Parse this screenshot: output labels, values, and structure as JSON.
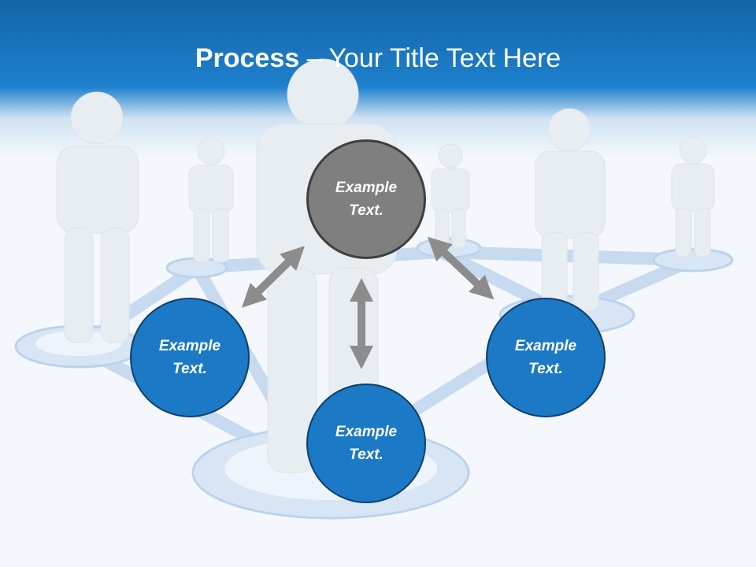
{
  "title": {
    "bold": "Process",
    "rest": " – Your Title Text Here"
  },
  "nodes": {
    "top": {
      "line1": "Example",
      "line2": "Text."
    },
    "left": {
      "line1": "Example",
      "line2": "Text."
    },
    "bottom": {
      "line1": "Example",
      "line2": "Text."
    },
    "right": {
      "line1": "Example",
      "line2": "Text."
    }
  },
  "colors": {
    "header": "#1d80cc",
    "node_blue": "#1b79c5",
    "node_gray": "#7f7f7f",
    "arrow": "#8c8c8c"
  }
}
